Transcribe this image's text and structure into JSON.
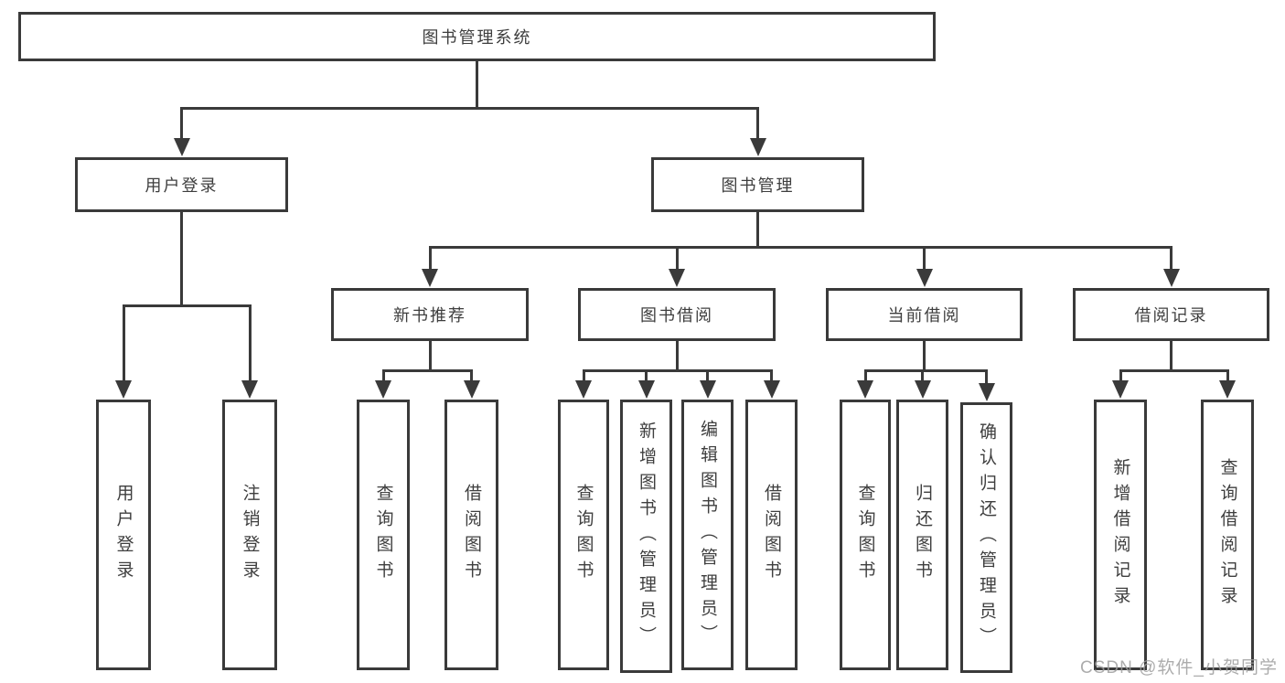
{
  "diagram": {
    "title": "图书管理系统",
    "type": "tree",
    "nodes": [
      {
        "id": "library-system",
        "label": "图书管理系统",
        "children": [
          "user-login",
          "book-management"
        ]
      },
      {
        "id": "user-login",
        "label": "用户登录",
        "children": [
          "user-login-leaf",
          "logout-login"
        ]
      },
      {
        "id": "book-management",
        "label": "图书管理",
        "children": [
          "new-book-recommend",
          "book-borrow",
          "current-borrow",
          "borrow-records"
        ]
      },
      {
        "id": "new-book-recommend",
        "label": "新书推荐",
        "children": [
          "nb-query-books",
          "nb-borrow-books"
        ]
      },
      {
        "id": "book-borrow",
        "label": "图书借阅",
        "children": [
          "bb-query-books",
          "bb-add-books-admin",
          "bb-edit-books-admin",
          "bb-borrow-books"
        ]
      },
      {
        "id": "current-borrow",
        "label": "当前借阅",
        "children": [
          "cb-query-books",
          "cb-return-books",
          "cb-confirm-return-admin"
        ]
      },
      {
        "id": "borrow-records",
        "label": "借阅记录",
        "children": [
          "br-add-record",
          "br-query-record"
        ]
      },
      {
        "id": "user-login-leaf",
        "label": "用户登录"
      },
      {
        "id": "logout-login",
        "label": "注销登录"
      },
      {
        "id": "nb-query-books",
        "label": "查询图书"
      },
      {
        "id": "nb-borrow-books",
        "label": "借阅图书"
      },
      {
        "id": "bb-query-books",
        "label": "查询图书"
      },
      {
        "id": "bb-add-books-admin",
        "label": "新增图书（管理员）"
      },
      {
        "id": "bb-edit-books-admin",
        "label": "编辑图书（管理员）"
      },
      {
        "id": "bb-borrow-books",
        "label": "借阅图书"
      },
      {
        "id": "cb-query-books",
        "label": "查询图书"
      },
      {
        "id": "cb-return-books",
        "label": "归还图书"
      },
      {
        "id": "cb-confirm-return-admin",
        "label": "确认归还（管理员）"
      },
      {
        "id": "br-add-record",
        "label": "新增借阅记录"
      },
      {
        "id": "br-query-record",
        "label": "查询借阅记录"
      }
    ]
  },
  "watermark": {
    "text": "CSDN @软件_小贺同学"
  },
  "colors": {
    "line": "#3a3a3a",
    "text": "#3e3e3e",
    "background": "#ffffff",
    "watermark": "#9e9e9e"
  }
}
